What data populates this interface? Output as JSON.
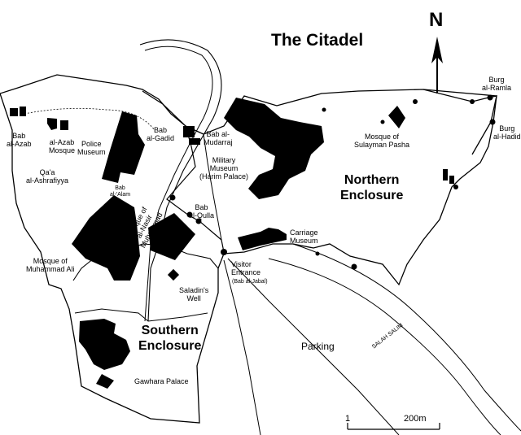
{
  "title": "The Citadel",
  "north_letter": "N",
  "regions": {
    "northern": "Northern\nEnclosure",
    "southern": "Southern\nEnclosure"
  },
  "places": {
    "bab_azab": "Bab\nal-Azab",
    "azab_mosque": "al-Azab\nMosque",
    "police_museum": "Police\nMuseum",
    "bab_gadid": "Bab\nal-Gadid",
    "bab_mudarraj": "Bab al-\nMudarraj",
    "military_museum": "Military\nMuseum\n(Harim Palace)",
    "mosque_sulayman": "Mosque of\nSulayman Pasha",
    "burg_ramla": "Burg\nal-Ramla",
    "burg_hadid": "Burg\nal-Hadid",
    "qaa_ashrafiyya": "Qa'a\nal-Ashrafiyya",
    "bab_alam": "Bab\nal-'Alam",
    "mosque_nasir": "Mosque of\nal-Nasir\nMuhammad",
    "bab_qulla": "Bab\nal-Qulla",
    "carriage_museum": "Carriage\nMuseum",
    "mosque_muhammad_ali": "Mosque of\nMuhammad Ali",
    "visitor_entrance": "Visitor\nEntrance",
    "bab_jabal": "(Bab al-Jabal)",
    "saladins_well": "Saladin's\nWell",
    "parking": "Parking",
    "salah_salim": "SALAH SALIM",
    "gawhara_palace": "Gawhara Palace"
  },
  "scale": {
    "start": "1",
    "end": "200m"
  },
  "colors": {
    "ink": "#000000",
    "paper": "#ffffff"
  }
}
